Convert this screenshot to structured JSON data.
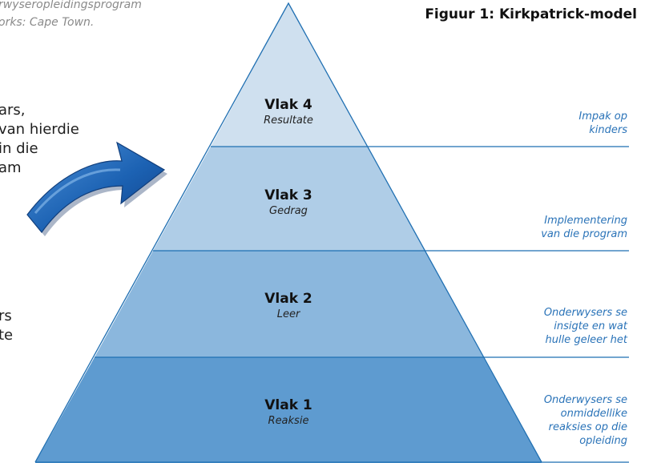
{
  "topleft": {
    "line1": "rwyseropleidingsprogram",
    "line2": "orks: Cape Town."
  },
  "left_text": {
    "para1": [
      "ars,",
      "van hierdie",
      "in die",
      "am"
    ],
    "para2": [
      "rs",
      "te"
    ]
  },
  "figure_title": "Figuur 1: Kirkpatrick-model",
  "levels": [
    {
      "name": "Vlak 4",
      "sub": "Resultate",
      "color": "#cfe0ef"
    },
    {
      "name": "Vlak 3",
      "sub": "Gedrag",
      "color": "#afcde7"
    },
    {
      "name": "Vlak 2",
      "sub": "Leer",
      "color": "#8bb7dd"
    },
    {
      "name": "Vlak 1",
      "sub": "Reaksie",
      "color": "#5e9bd0"
    }
  ],
  "annotations": [
    [
      "Impak op",
      "kinders"
    ],
    [
      "Implementering",
      "van die program"
    ],
    [
      "Onderwysers se",
      "insigte en wat",
      "hulle geleer het"
    ],
    [
      "Onderwysers se",
      "onmiddellike",
      "reaksies op die",
      "opleiding"
    ]
  ],
  "colors": {
    "line": "#1f6fb2",
    "annotation": "#2a73b8",
    "arrow": "#1b5fae"
  },
  "icons": {
    "arrow": "curved-arrow-icon"
  }
}
